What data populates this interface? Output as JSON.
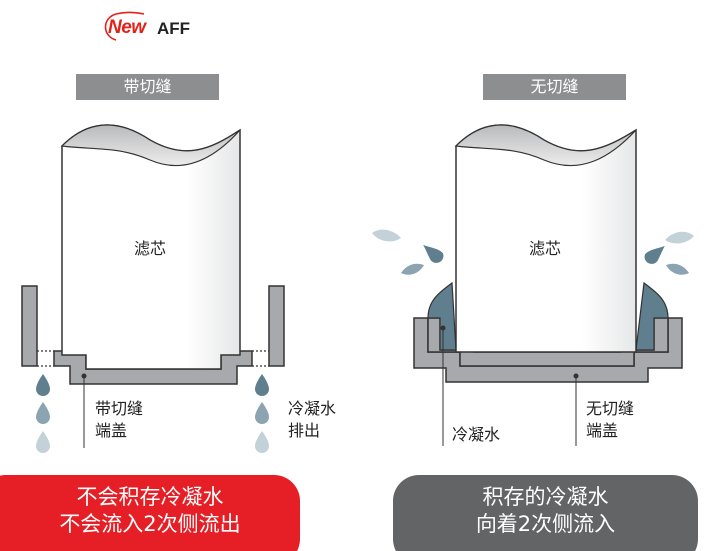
{
  "brand": {
    "new": "New",
    "aff": "AFF",
    "accent": "#e2231a"
  },
  "left": {
    "header": "带切缝",
    "filter_label": "滤芯",
    "cap_label_line1": "带切缝",
    "cap_label_line2": "端盖",
    "drain_label_line1": "冷凝水",
    "drain_label_line2": "排出",
    "caption_line1": "不会积存冷凝水",
    "caption_line2": "不会流入2次侧流出",
    "caption_color": "#e51f25"
  },
  "right": {
    "header": "无切缝",
    "filter_label": "滤芯",
    "water_label": "冷凝水",
    "cap_label_line1": "无切缝",
    "cap_label_line2": "端盖",
    "caption_line1": "积存的冷凝水",
    "caption_line2": "向着2次侧流入",
    "caption_color": "#636466"
  },
  "colors": {
    "cap_gray": "#a7a9ac",
    "water_blue": "#5f7e8e",
    "drop_dark": "#5f7e8e",
    "drop_mid": "#8ca4b1",
    "drop_light": "#c3d2d9",
    "header_gray": "#8d8e90"
  }
}
